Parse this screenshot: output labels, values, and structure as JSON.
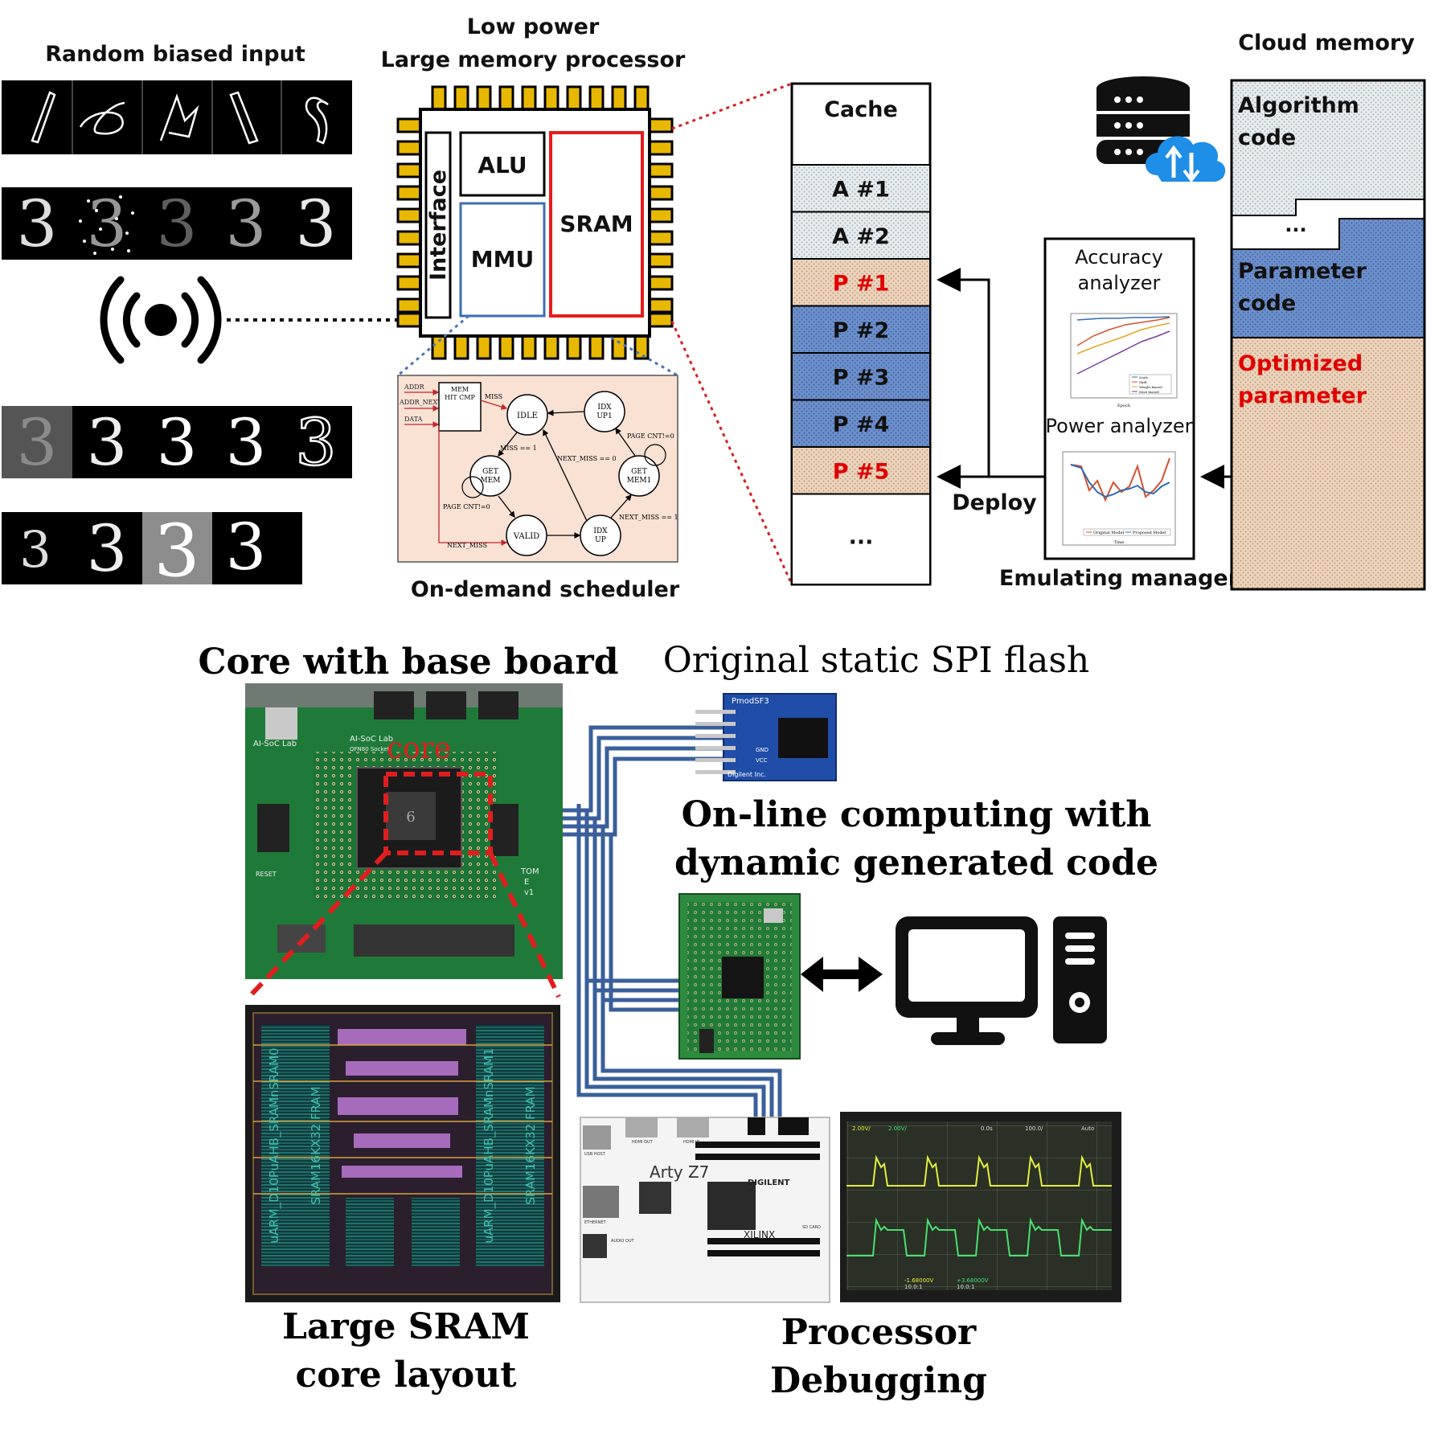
{
  "top": {
    "random_input_label": "Random biased input",
    "processor_title_line1": "Low power",
    "processor_title_line2": "Large memory processor",
    "interface_label": "Interface",
    "alu_label": "ALU",
    "mmu_label": "MMU",
    "sram_label": "SRAM",
    "scheduler_caption": "On-demand scheduler",
    "fsm": {
      "signals": [
        "ADDR",
        "ADDR_NEXT",
        "DATA"
      ],
      "cmp_line1": "MEM",
      "cmp_line2": "HIT CMP",
      "miss": "MISS",
      "idle": "IDLE",
      "idx_up1_line1": "IDX",
      "idx_up1_line2": "UP1",
      "get_mem_line1": "GET",
      "get_mem_line2": "MEM",
      "get_mem1_line1": "GET",
      "get_mem1_line2": "MEM1",
      "valid": "VALID",
      "idx_up_line1": "IDX",
      "idx_up_line2": "UP",
      "miss_eq_1": "MISS == 1",
      "next_miss_eq_0": "NEXT_MISS == 0",
      "next_miss_eq_1": "NEXT_MISS == 1",
      "page_cnt_a": "PAGE CNT!=0",
      "page_cnt_b": "PAGE CNT!=0",
      "next_miss": "NEXT_MISS"
    },
    "cache": {
      "title": "Cache",
      "rows": [
        {
          "label": "A #1",
          "kind": "algorithm"
        },
        {
          "label": "A #2",
          "kind": "algorithm"
        },
        {
          "label": "P #1",
          "kind": "optimized"
        },
        {
          "label": "P #2",
          "kind": "parameter"
        },
        {
          "label": "P #3",
          "kind": "parameter"
        },
        {
          "label": "P #4",
          "kind": "parameter"
        },
        {
          "label": "P #5",
          "kind": "optimized"
        },
        {
          "label": "...",
          "kind": "empty"
        }
      ]
    },
    "deploy_label": "Deploy",
    "emulating": {
      "caption": "Emulating manager",
      "accuracy_line1": "Accuracy",
      "accuracy_line2": "analyzer",
      "power": "Power analyzer",
      "accuracy_legend": [
        "Scale",
        "Shift",
        "Weight biased",
        "Most biased"
      ],
      "power_legend": [
        "Original Model",
        "Proposed Model"
      ],
      "accuracy_xlabel": "Epoch",
      "power_xlabel": "Time"
    },
    "cloud": {
      "title": "Cloud memory",
      "algorithm_line1": "Algorithm",
      "algorithm_line2": "code",
      "ellipsis": "...",
      "parameter_line1": "Parameter",
      "parameter_line2": "code",
      "optimized_line1": "Optimized",
      "optimized_line2": "parameter"
    }
  },
  "bottom": {
    "core_board_label": "Core with base board",
    "core_tag": "core",
    "board_silk_left": "AI-SoC Lab",
    "board_silk_top": "AI-SoC Lab",
    "board_silk_sub": "QFN80 Socket",
    "board_reset": "RESET",
    "board_tom": "TOM",
    "board_e": "E",
    "board_v1": "v1",
    "board_chip": "6",
    "spi_label": "Original  static SPI flash",
    "spi_module_title": "PmodSF3",
    "spi_module_pins": [
      "GND",
      "VCC"
    ],
    "spi_module_brand": "Digilent Inc.",
    "online_line1": "On-line computing with",
    "online_line2": "dynamic generated code",
    "sram_line1": "Large SRAM",
    "sram_line2": "core layout",
    "layout_text_left1": "uARM_D10PuAHB_SRAMnSRAM0",
    "layout_text_left2": "SRAM16KX32 FRAM",
    "layout_text_right1": "uARM_D10PuAHB_SRAMnSRAM1",
    "layout_text_right2": "SRAM16KX32 FRAM",
    "arty_label": "Arty Z7",
    "arty_brand1": "DIGILENT",
    "arty_brand2": "XILINX",
    "arty_hdmi_out": "HDMI OUT",
    "arty_hdmi_in": "HDMI IN",
    "arty_usb_host": "USB HOST",
    "arty_ethernet": "ETHERNET",
    "arty_audio": "AUDIO OUT",
    "arty_sd": "SD CARD",
    "scope_readout_left": "2.00V/",
    "scope_readout_left2": "2.00V/",
    "scope_readout_time": "0.0s",
    "scope_readout_div": "100.0/",
    "scope_readout_auto": "Auto",
    "scope_readout_bottom1": "-1.68000V",
    "scope_readout_bottom2": "+3.68000V",
    "scope_readout_bottom3": "10.0:1",
    "scope_readout_bottom4": "10.0:1",
    "debug_line1": "Processor",
    "debug_line2": "Debugging"
  },
  "colors": {
    "algorithm_fill": "#dde3e8",
    "parameter_fill": "#5b7fbf",
    "optimized_fill": "#e8cdb3",
    "red_label": "#e00000",
    "wire_blue": "#3a5f9a",
    "sram_red": "#e81c1c",
    "mmu_blue": "#3c6db6",
    "scheduler_bg": "#f9e1d3",
    "pcb_green": "#1f7a3a",
    "pad_gold": "#e8b800"
  },
  "icons": [
    "wireless-signal-icon",
    "database-cloud-icon",
    "desktop-computer-icon",
    "double-arrow-icon"
  ]
}
